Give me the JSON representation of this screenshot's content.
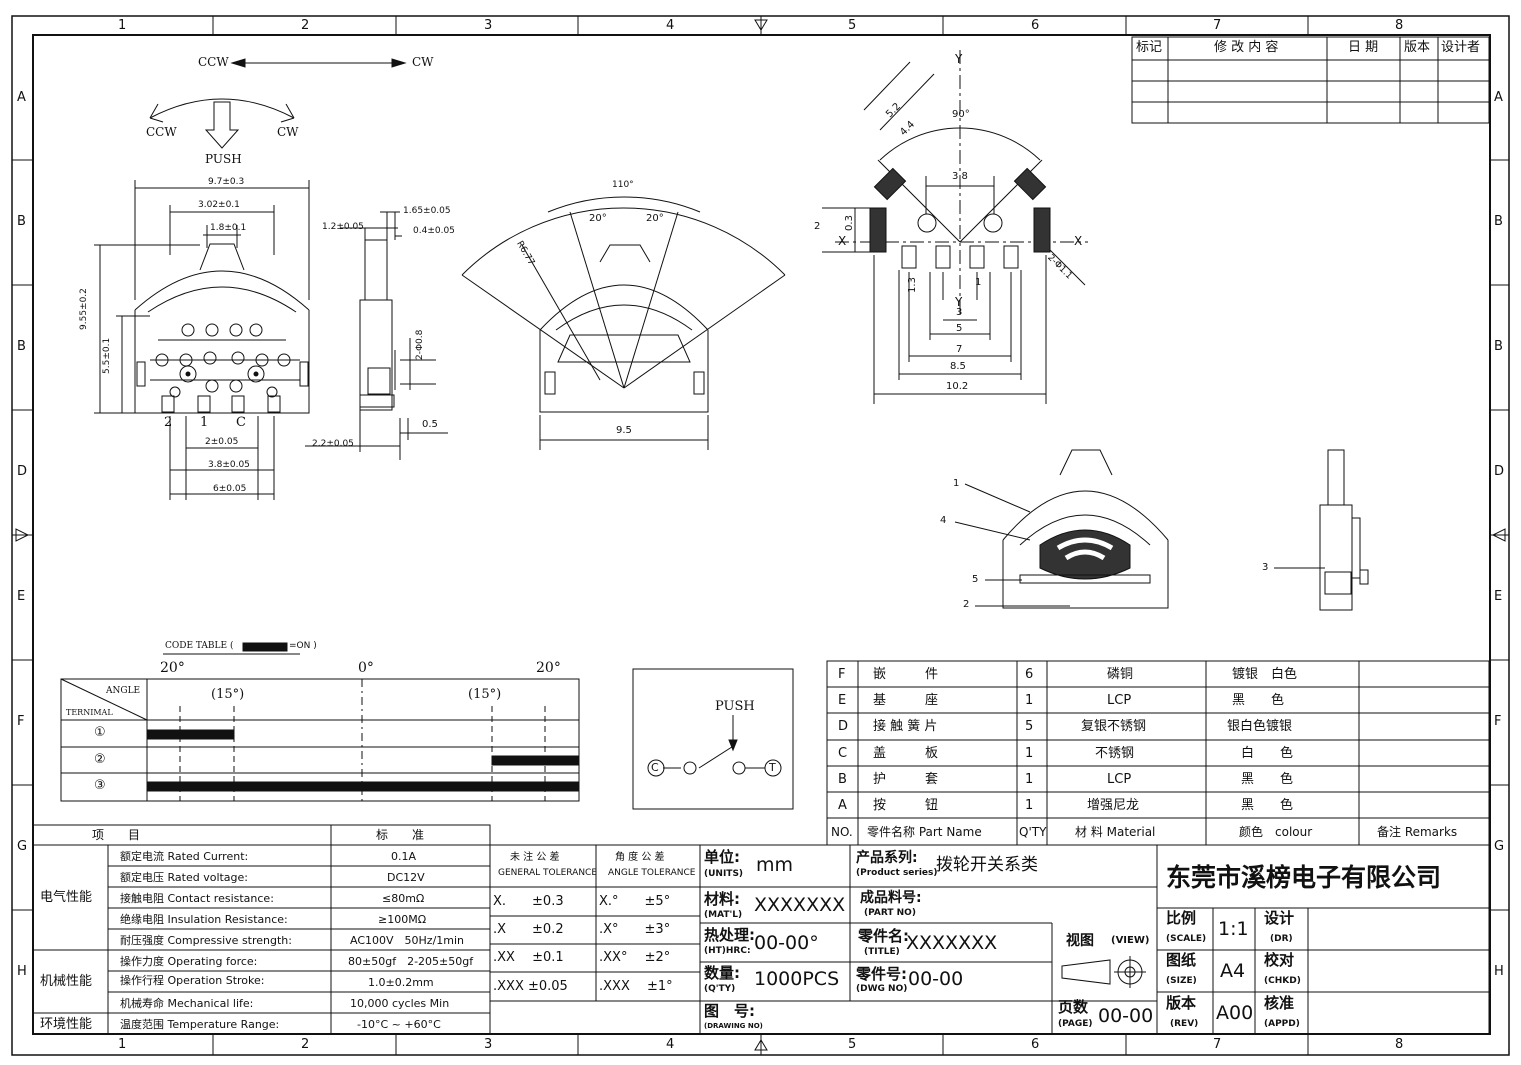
{
  "frame": {
    "cols": [
      "1",
      "2",
      "3",
      "4",
      "5",
      "6",
      "7",
      "8"
    ],
    "rows": [
      "A",
      "B",
      "B",
      "D",
      "E",
      "F",
      "G",
      "H"
    ]
  },
  "rev_table": {
    "headers": [
      "标记",
      "修 改 内 容",
      "日 期",
      "版本",
      "设计者"
    ]
  },
  "view_top": {
    "ccw": "CCW",
    "cw": "CW",
    "push": "PUSH",
    "dims": [
      "9.7±0.3",
      "3.02±0.1",
      "1.8±0.1",
      "9.55±0.2",
      "5.5±0.1",
      "2±0.05",
      "3.8±0.05",
      "6±0.05"
    ],
    "pins": [
      "2",
      "1",
      "C"
    ]
  },
  "view_side": {
    "dims": [
      "1.65±0.05",
      "1.2±0.05",
      "0.4±0.05",
      "2-Φ0.8",
      "0.5",
      "2.2±0.05"
    ]
  },
  "view_arc": {
    "dims": [
      "110°",
      "20°",
      "20°",
      "R6.77",
      "9.5"
    ]
  },
  "view_footprint": {
    "dims": [
      "5.2",
      "4.4",
      "90°",
      "3.8",
      "0.3",
      "2",
      "2-Φ1.1",
      "1.3",
      "1",
      "3",
      "5",
      "7",
      "8.5",
      "10.2"
    ],
    "axes": [
      "Y",
      "Y",
      "X",
      "X"
    ]
  },
  "view_exploded": {
    "callouts": [
      "1",
      "4",
      "5",
      "2",
      "3"
    ]
  },
  "code_table": {
    "title": "CODE TABLE (",
    "on": "=ON )",
    "angle": "ANGLE",
    "terminal": "TERNIMAL",
    "top_labels": [
      "20°",
      "0°",
      "20°"
    ],
    "mid_labels": [
      "(15°)",
      "(15°)"
    ],
    "terminals": [
      "①",
      "②",
      "③"
    ]
  },
  "circuit": {
    "push": "PUSH",
    "c": "C",
    "t": "T"
  },
  "bom": {
    "rows": [
      {
        "code": "F",
        "name": "嵌　　　件",
        "qty": "6",
        "material": "磷铜",
        "color": "镀银　白色",
        "remark": ""
      },
      {
        "code": "E",
        "name": "基　　　座",
        "qty": "1",
        "material": "LCP",
        "color": "黑　　色",
        "remark": ""
      },
      {
        "code": "D",
        "name": "接 触 簧 片",
        "qty": "5",
        "material": "复银不锈钢",
        "color": "银白色镀银",
        "remark": ""
      },
      {
        "code": "C",
        "name": "盖　　　板",
        "qty": "1",
        "material": "不锈钢",
        "color": "白　　色",
        "remark": ""
      },
      {
        "code": "B",
        "name": "护　　　套",
        "qty": "1",
        "material": "LCP",
        "color": "黑　　色",
        "remark": ""
      },
      {
        "code": "A",
        "name": "按　　　钮",
        "qty": "1",
        "material": "增强尼龙",
        "color": "黑　　色",
        "remark": ""
      }
    ],
    "header": {
      "no": "NO.",
      "name": "零件名称 Part Name",
      "qty": "Q'TY",
      "material": "材 料 Material",
      "color": "颜色　colour",
      "remark": "备注 Remarks"
    }
  },
  "spec": {
    "header": {
      "item": "项　　目",
      "std": "标　　准"
    },
    "groups": [
      {
        "label": "电气性能",
        "rows": [
          {
            "name": "额定电流 Rated Current:",
            "value": "0.1A"
          },
          {
            "name": "额定电压 Rated voltage:",
            "value": "DC12V"
          },
          {
            "name": "接触电阻 Contact resistance:",
            "value": "≤80mΩ"
          },
          {
            "name": "绝缘电阻 Insulation Resistance:",
            "value": "≥100MΩ"
          },
          {
            "name": "耐压强度 Compressive strength:",
            "value": "AC100V　50Hz/1min"
          }
        ]
      },
      {
        "label": "机械性能",
        "rows": [
          {
            "name": "操作力度 Operating force:",
            "value": "80±50gf　2-205±50gf"
          },
          {
            "name": "操作行程 Operation Stroke:",
            "value": "1.0±0.2mm"
          },
          {
            "name": "机械寿命 Mechanical life:",
            "value": "10,000 cycles Min"
          }
        ]
      },
      {
        "label": "环境性能",
        "rows": [
          {
            "name": "温度范围 Temperature Range:",
            "value": "-10°C ~ +60°C"
          }
        ]
      }
    ]
  },
  "tolerance": {
    "general_cn": "未 注 公 差",
    "general_en": "GENERAL TOLERANCE",
    "angle_cn": "角 度 公 差",
    "angle_en": "ANGLE TOLERANCE",
    "rows": [
      {
        "g": "X.　　±0.3",
        "a": "X.°　　±5°"
      },
      {
        "g": ".X　　±0.2",
        "a": ".X°　　±3°"
      },
      {
        "g": ".XX　 ±0.1",
        "a": ".XX°　 ±2°"
      },
      {
        "g": ".XXX ±0.05",
        "a": ".XXX　 ±1°"
      }
    ]
  },
  "title_block": {
    "unit_label": "单位:",
    "unit_en": "(UNITS)",
    "unit_value": "mm",
    "mat_label": "材料:",
    "mat_en": "(MAT'L)",
    "mat_value": "XXXXXXX",
    "ht_label": "热处理:",
    "ht_en": "(HT)HRC:",
    "ht_value": "00-00°",
    "qty_label": "数量:",
    "qty_en": "(Q'TY)",
    "qty_value": "1000PCS",
    "drawing_label": "图　号:",
    "drawing_en": "(DRAWING NO)",
    "series_label": "产品系列:",
    "series_en": "(Product series)",
    "series_value": "拨轮开关系类",
    "part_label": "成品料号:",
    "part_en": "(PART NO)",
    "title_label": "零件名:",
    "title_en": "(TITLE)",
    "title_value": "XXXXXXX",
    "dwg_label": "零件号:",
    "dwg_en": "(DWG NO)",
    "dwg_value": "00-00",
    "view_label": "视图",
    "view_en": "(VIEW)",
    "page_label": "页数",
    "page_en": "(PAGE)",
    "page_value": "00-00",
    "company": "东莞市溪榜电子有限公司",
    "scale_label": "比例",
    "scale_en": "(SCALE)",
    "scale_value": "1:1",
    "size_label": "图纸",
    "size_en": "(SIZE)",
    "size_value": "A4",
    "rev_label": "版本",
    "rev_en": "(REV)",
    "rev_value": "A00",
    "dr_label": "设计",
    "dr_en": "(DR)",
    "chk_label": "校对",
    "chk_en": "(CHKD)",
    "appd_label": "核准",
    "appd_en": "(APPD)"
  }
}
